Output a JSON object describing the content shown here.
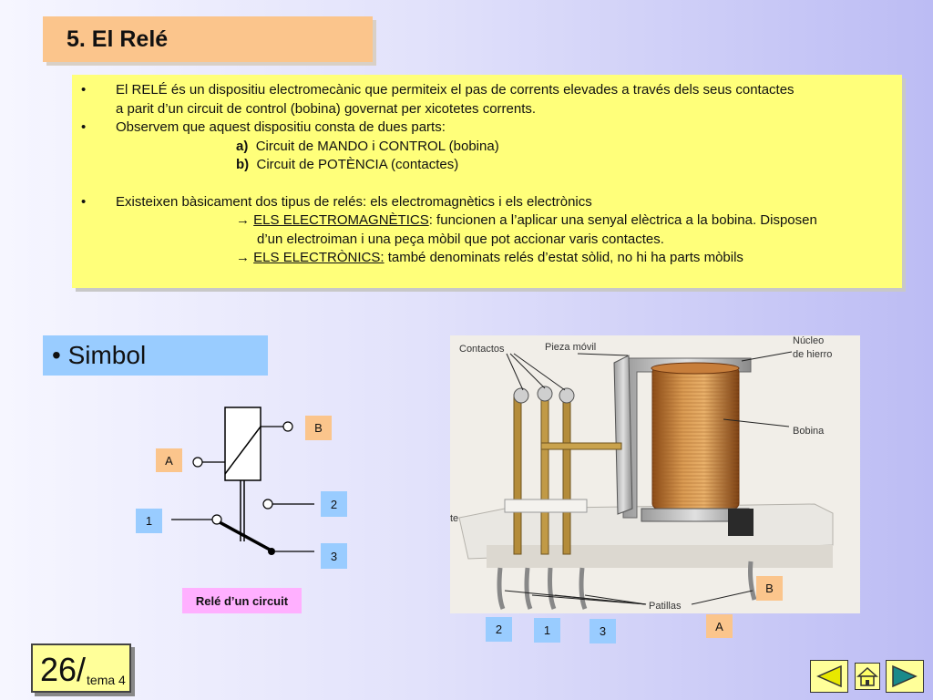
{
  "title": "5. El Relé",
  "content": {
    "p1_a": "El RELÉ és un dispositiu electromecànic que permiteix el pas de corrents elevades a través dels seus contactes",
    "p1_b": "a parit d’un circuit de control (bobina) governat per xicotetes corrents.",
    "p2": "Observem que aquest dispositiu consta de dues parts:",
    "a_label": "a)",
    "a_text": "Circuit de MANDO i CONTROL (bobina)",
    "b_label": "b)",
    "b_text": "Circuit de POTÈNCIA (contactes)",
    "p3": "Existeixen bàsicament dos tipus de relés:  els electromagnètics i els electrònics",
    "em_label": "ELS ELECTROMAGNÈTICS",
    "em_text": ": funcionen a l’aplicar una senyal elèctrica a la bobina. Disposen",
    "em_text2": "d’un electroiman i una peça mòbil que pot accionar varis contactes.",
    "el_label": "ELS ELECTRÒNICS:",
    "el_text": " també denominats relés d’estat sòlid, no hi ha parts mòbils",
    "bullet": "•",
    "arrow": "→"
  },
  "simbol": "• Simbol",
  "symbol_tags": {
    "a": "A",
    "b": "B",
    "t1": "1",
    "t2": "2",
    "t3": "3"
  },
  "caption": "Relé d’un circuit",
  "photo_labels": {
    "contactos": "Contactos",
    "pieza": "Pieza móvil",
    "nucleo1": "Núcleo",
    "nucleo2": "de hierro",
    "bobina": "Bobina",
    "patillas": "Patillas",
    "te": "te"
  },
  "photo_tags": {
    "b": "B",
    "a": "A",
    "t2": "2",
    "t1": "1",
    "t3": "3"
  },
  "footer": {
    "page": "26/",
    "tema": "tema 4"
  }
}
